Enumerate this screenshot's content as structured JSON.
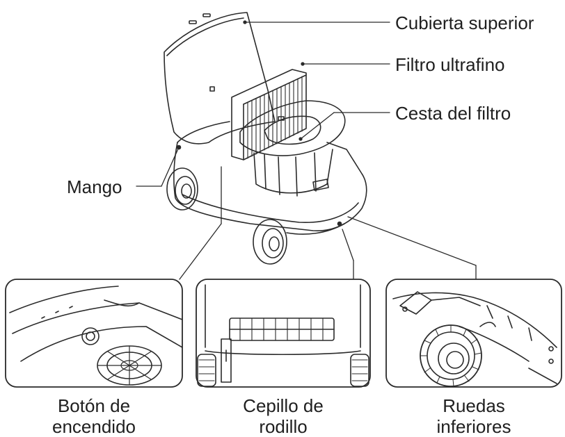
{
  "callouts": {
    "top_cover": "Cubierta superior",
    "ultrafine_filter": "Filtro ultrafino",
    "filter_basket": "Cesta del filtro",
    "handle": "Mango"
  },
  "details": [
    {
      "line1": "Botón de",
      "line2": "encendido"
    },
    {
      "line1": "Cepillo de",
      "line2": "rodillo"
    },
    {
      "line1": "Ruedas",
      "line2": "inferiores"
    }
  ],
  "colors": {
    "stroke": "#2a2a2a",
    "text": "#1f1f1f",
    "background": "#ffffff"
  }
}
